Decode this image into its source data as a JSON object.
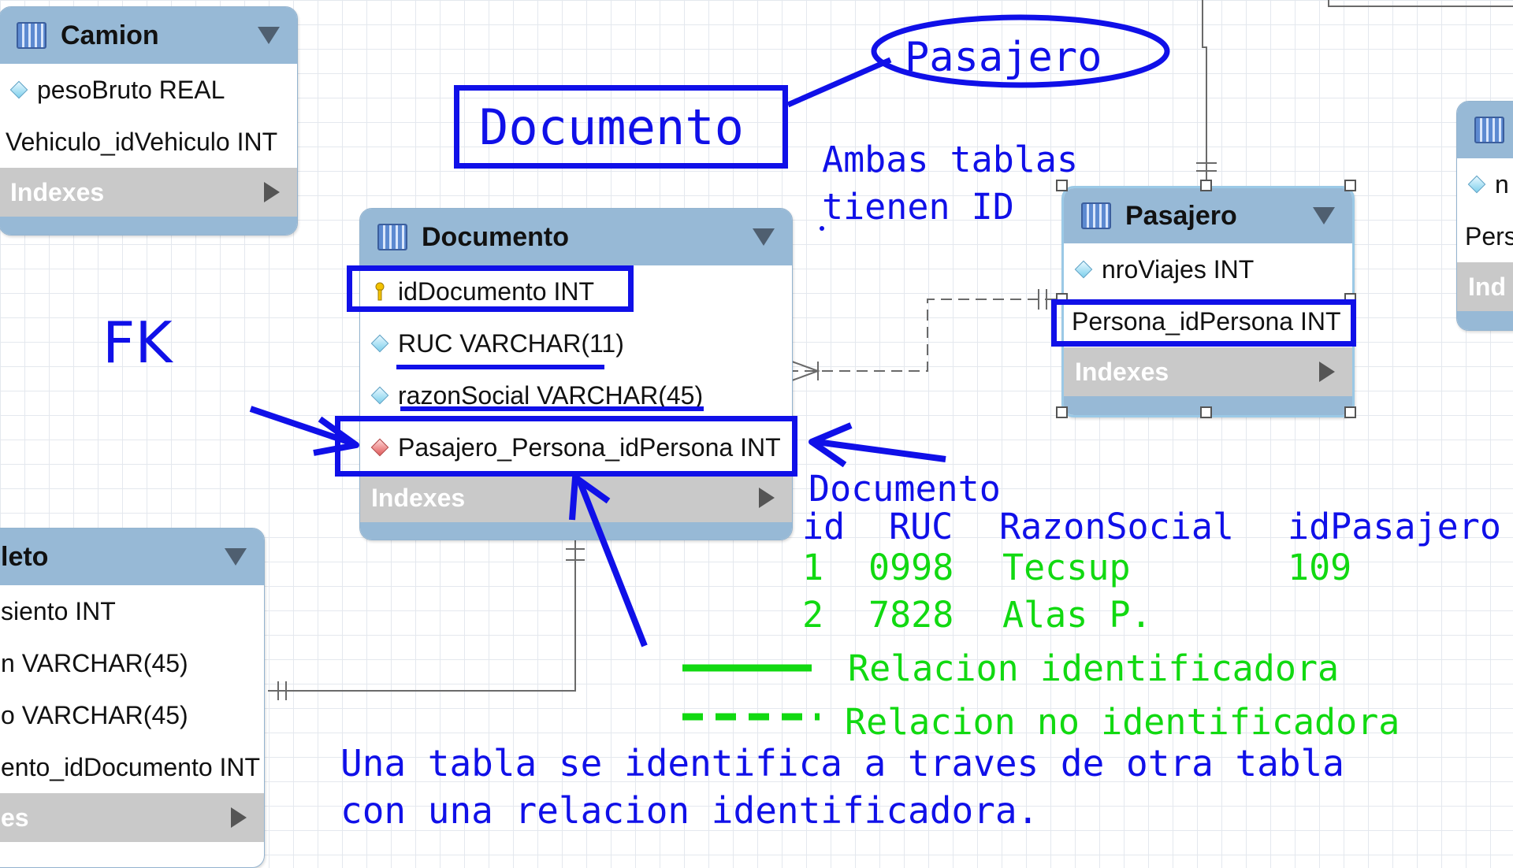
{
  "tables": {
    "camion": {
      "title": "Camion",
      "rows": [
        "pesoBruto REAL",
        "Vehiculo_idVehiculo INT"
      ],
      "indexes": "Indexes"
    },
    "documento": {
      "title": "Documento",
      "rows": [
        "idDocumento INT",
        "RUC VARCHAR(11)",
        "razonSocial VARCHAR(45)",
        "Pasajero_Persona_idPersona INT"
      ],
      "indexes": "Indexes"
    },
    "pasajero": {
      "title": "Pasajero",
      "rows": [
        "nroViajes INT",
        "Persona_idPersona INT"
      ],
      "indexes": "Indexes"
    },
    "boleto": {
      "title": "leto",
      "rows": [
        "siento INT",
        "n VARCHAR(45)",
        "o VARCHAR(45)",
        "ento_idDocumento INT"
      ],
      "indexes": "es"
    },
    "right_partial": {
      "rows": [
        "n",
        "Pers"
      ],
      "indexes": "Ind"
    }
  },
  "annotations": {
    "documento_box": "Documento",
    "pasajero_ellipse": "Pasajero",
    "ambas_line1": "Ambas tablas",
    "ambas_line2": "tienen ID",
    "fk": "FK",
    "sample_title": "Documento",
    "sample_headers": [
      "id",
      "RUC",
      "RazonSocial",
      "idPasajero"
    ],
    "sample_rows": [
      [
        "1",
        "0998",
        "Tecsup",
        "109"
      ],
      [
        "2",
        "7828",
        "Alas P.",
        ""
      ]
    ],
    "legend_identifying": "Relacion identificadora",
    "legend_non_identifying": "Relacion no identificadora",
    "bottom_line1": "Una tabla se identifica a traves de otra tabla",
    "bottom_line2": "con una relacion identificadora."
  },
  "colors": {
    "annotation_blue": "#1010e8",
    "annotation_green": "#11d911",
    "table_header": "#97b9d6",
    "indexes_bar": "#c9c9c9"
  }
}
